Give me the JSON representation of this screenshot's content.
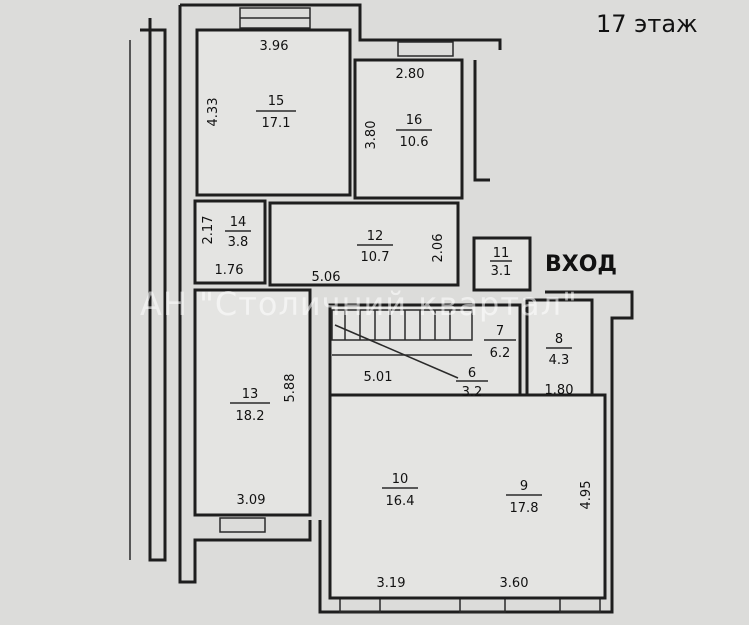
{
  "floor_label": "17 этаж",
  "entrance_label": "ВХОД",
  "watermark": "АН \"Столичний квартал\"",
  "rooms": {
    "r15": {
      "number": "15",
      "area": "17.1",
      "width": "3.96",
      "height": "4.33"
    },
    "r16": {
      "number": "16",
      "area": "10.6",
      "width": "2.80",
      "height": "3.80"
    },
    "r14": {
      "number": "14",
      "area": "3.8",
      "width": "1.76",
      "height": "2.17"
    },
    "r12": {
      "number": "12",
      "area": "10.7",
      "width": "5.06",
      "height": "2.06"
    },
    "r11": {
      "number": "11",
      "area": "3.1"
    },
    "r13": {
      "number": "13",
      "area": "18.2",
      "width": "3.09",
      "height": "5.88"
    },
    "r7": {
      "number": "7",
      "area": "6.2"
    },
    "r6": {
      "number": "6",
      "area": "3.2",
      "width": "5.01"
    },
    "r8": {
      "number": "8",
      "area": "4.3",
      "width": "1.80"
    },
    "r10": {
      "number": "10",
      "area": "16.4",
      "width": "3.19"
    },
    "r9": {
      "number": "9",
      "area": "17.8",
      "width": "3.60",
      "height": "4.95"
    }
  }
}
